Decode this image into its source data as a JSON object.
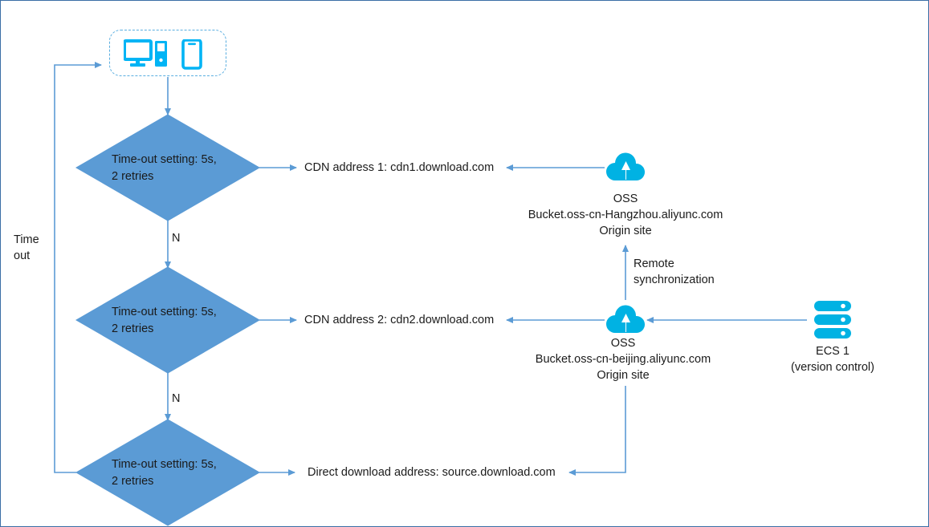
{
  "diagram": {
    "title": "CDN multi-address download failover with OSS origin sites",
    "colors": {
      "diamond_fill": "#5b9bd5",
      "diamond_stroke": "#5b9bd5",
      "connector": "#5b9bd5",
      "icon_cyan": "#00b2e3",
      "client_border": "#5aaee0",
      "page_border": "#3b6ea5",
      "text": "#1b1b1b"
    },
    "client": {
      "name": "client-devices",
      "icons": [
        "monitor-icon",
        "desktop-tower-icon",
        "smartphone-icon"
      ]
    },
    "decisions": [
      {
        "id": "decision-1",
        "line1": "Time-out setting: 5s,",
        "line2": "2 retries",
        "branch_label": "N"
      },
      {
        "id": "decision-2",
        "line1": "Time-out setting: 5s,",
        "line2": "2 retries",
        "branch_label": "N"
      },
      {
        "id": "decision-3",
        "line1": "Time-out setting: 5s,",
        "line2": "2 retries",
        "branch_label": ""
      }
    ],
    "targets": [
      {
        "id": "cdn-address-1",
        "text": "CDN address 1: cdn1.download.com"
      },
      {
        "id": "cdn-address-2",
        "text": "CDN address 2: cdn2.download.com"
      },
      {
        "id": "direct-download-address",
        "text": "Direct download address: source.download.com"
      }
    ],
    "timeout_label": {
      "line1": "Time",
      "line2": "out"
    },
    "oss_hangzhou": {
      "icon": "cloud-upload-icon",
      "line1": "OSS",
      "line2": "Bucket.oss-cn-Hangzhou.aliyunc.com",
      "line3": "Origin site"
    },
    "oss_beijing": {
      "icon": "cloud-upload-icon",
      "line1": "OSS",
      "line2": "Bucket.oss-cn-beijing.aliyunc.com",
      "line3": "Origin site"
    },
    "sync_label": {
      "line1": "Remote",
      "line2": "synchronization"
    },
    "ecs": {
      "icon": "server-stack-icon",
      "line1": "ECS 1",
      "line2": "(version control)"
    }
  }
}
